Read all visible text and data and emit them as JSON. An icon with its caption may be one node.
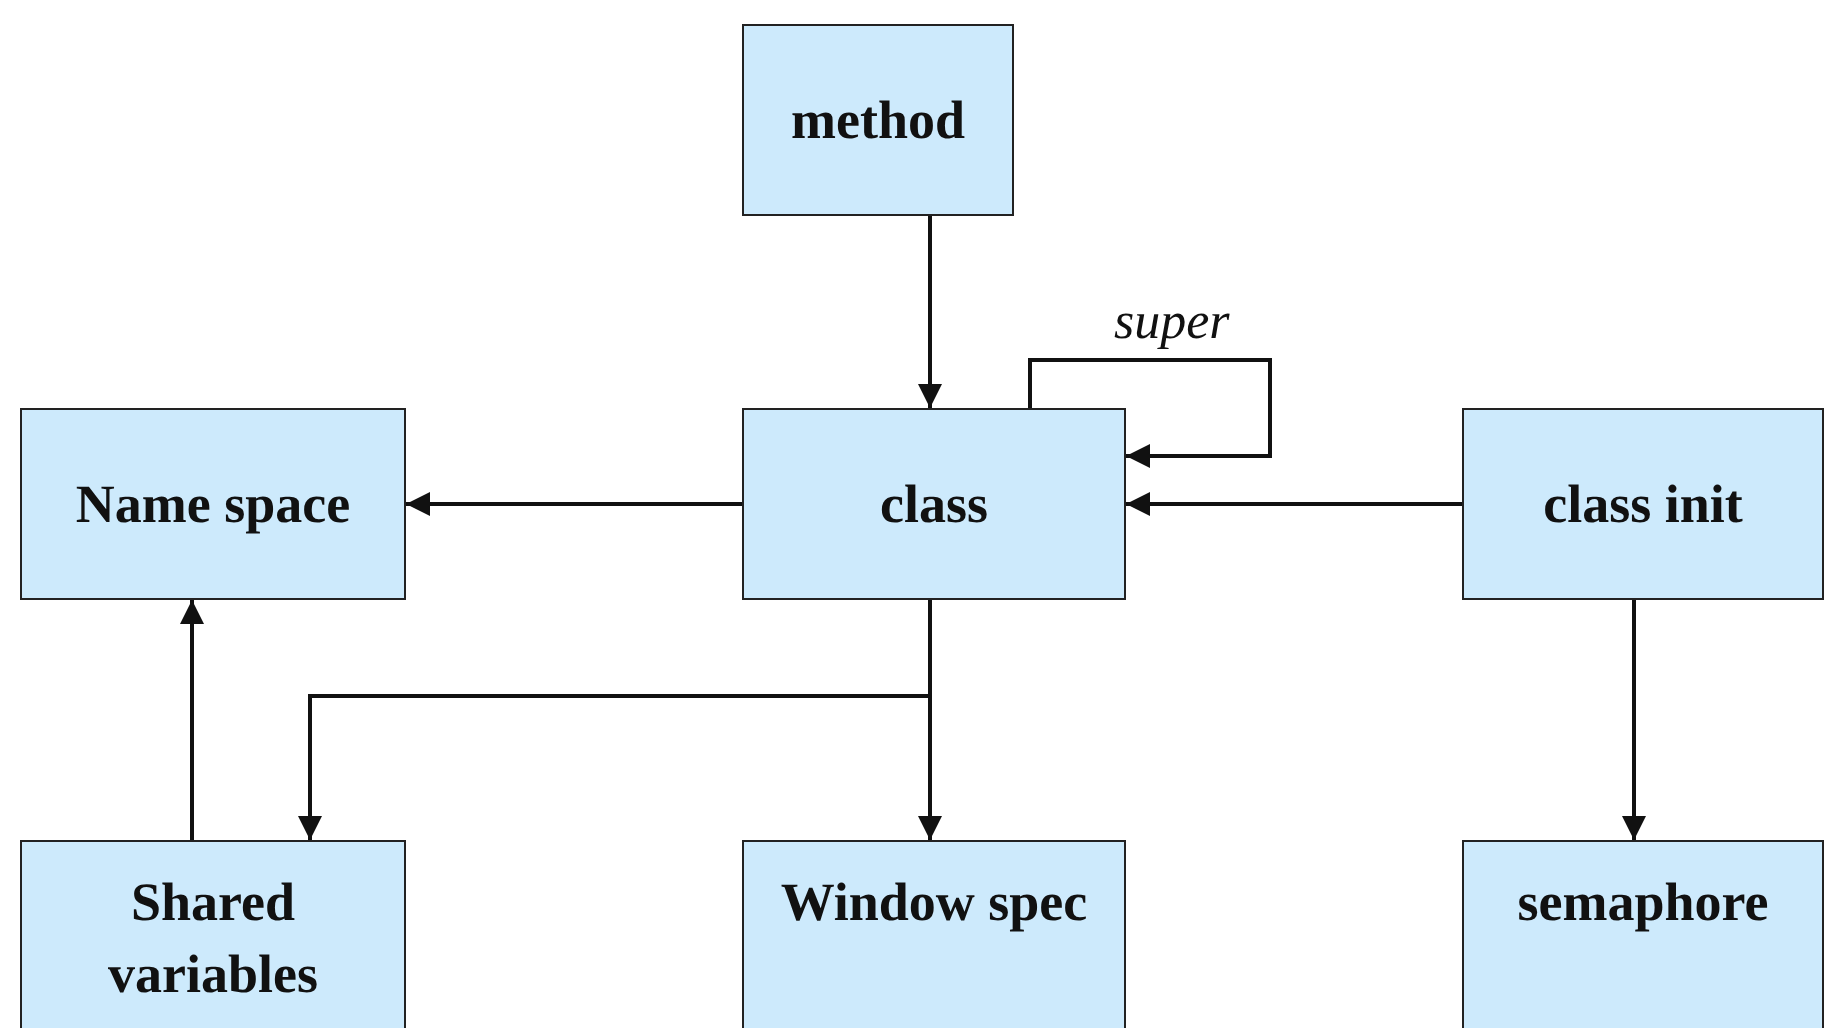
{
  "diagram": {
    "nodes": [
      {
        "text": [
          "method"
        ]
      },
      {
        "text": [
          "Name space"
        ]
      },
      {
        "text": [
          "class"
        ]
      },
      {
        "text": [
          "class init"
        ]
      },
      {
        "text": [
          "Shared variables"
        ]
      },
      {
        "text": [
          "Window spec"
        ]
      },
      {
        "text": [
          "semaphore"
        ]
      }
    ],
    "edges": [
      {
        "from": 0,
        "to": 2,
        "arrow": "to"
      },
      {
        "from": 2,
        "to": 2,
        "arrow": "to",
        "label": "super"
      },
      {
        "from": 2,
        "to": 1,
        "arrow": "to"
      },
      {
        "from": 3,
        "to": 2,
        "arrow": "to"
      },
      {
        "from": 2,
        "to": 4,
        "arrow": "to"
      },
      {
        "from": 2,
        "to": 5,
        "arrow": "to"
      },
      {
        "from": 4,
        "to": 1,
        "arrow": "to"
      },
      {
        "from": 3,
        "to": 6,
        "arrow": "to"
      }
    ]
  }
}
